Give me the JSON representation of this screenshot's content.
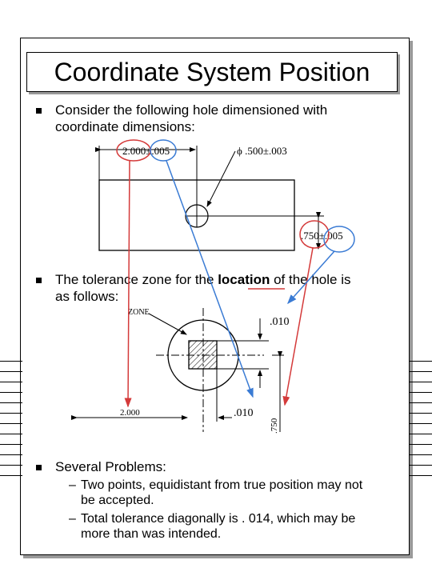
{
  "title": "Coordinate System Position",
  "bullets": [
    {
      "lines": [
        "Consider the following hole dimensioned with",
        "coordinate dimensions:"
      ]
    },
    {
      "prefix": "The tolerance zone for the ",
      "emphasis": "location",
      "suffix": " of the hole is",
      "line2": "as follows:"
    },
    {
      "text": "Several Problems:"
    }
  ],
  "subitems": [
    {
      "dash": "–",
      "lines": [
        "Two points, equidistant from true position may not",
        "be accepted."
      ]
    },
    {
      "dash": "–",
      "lines": [
        "Total tolerance diagonally is . 014, which may be",
        "more than was intended."
      ]
    }
  ],
  "drawing1": {
    "dim_x": "2.000±.005",
    "dim_hole": "ϕ .500±.003",
    "dim_y": ".750±.005"
  },
  "drawing2": {
    "label_top": ".010",
    "label_bottom": ".010",
    "dim_x": "2.000",
    "dim_y": ".750",
    "zone_label": "ZONE"
  },
  "colors": {
    "red": "#d43a3a",
    "blue": "#3a7bd4",
    "shadow": "#9a9a9a"
  }
}
